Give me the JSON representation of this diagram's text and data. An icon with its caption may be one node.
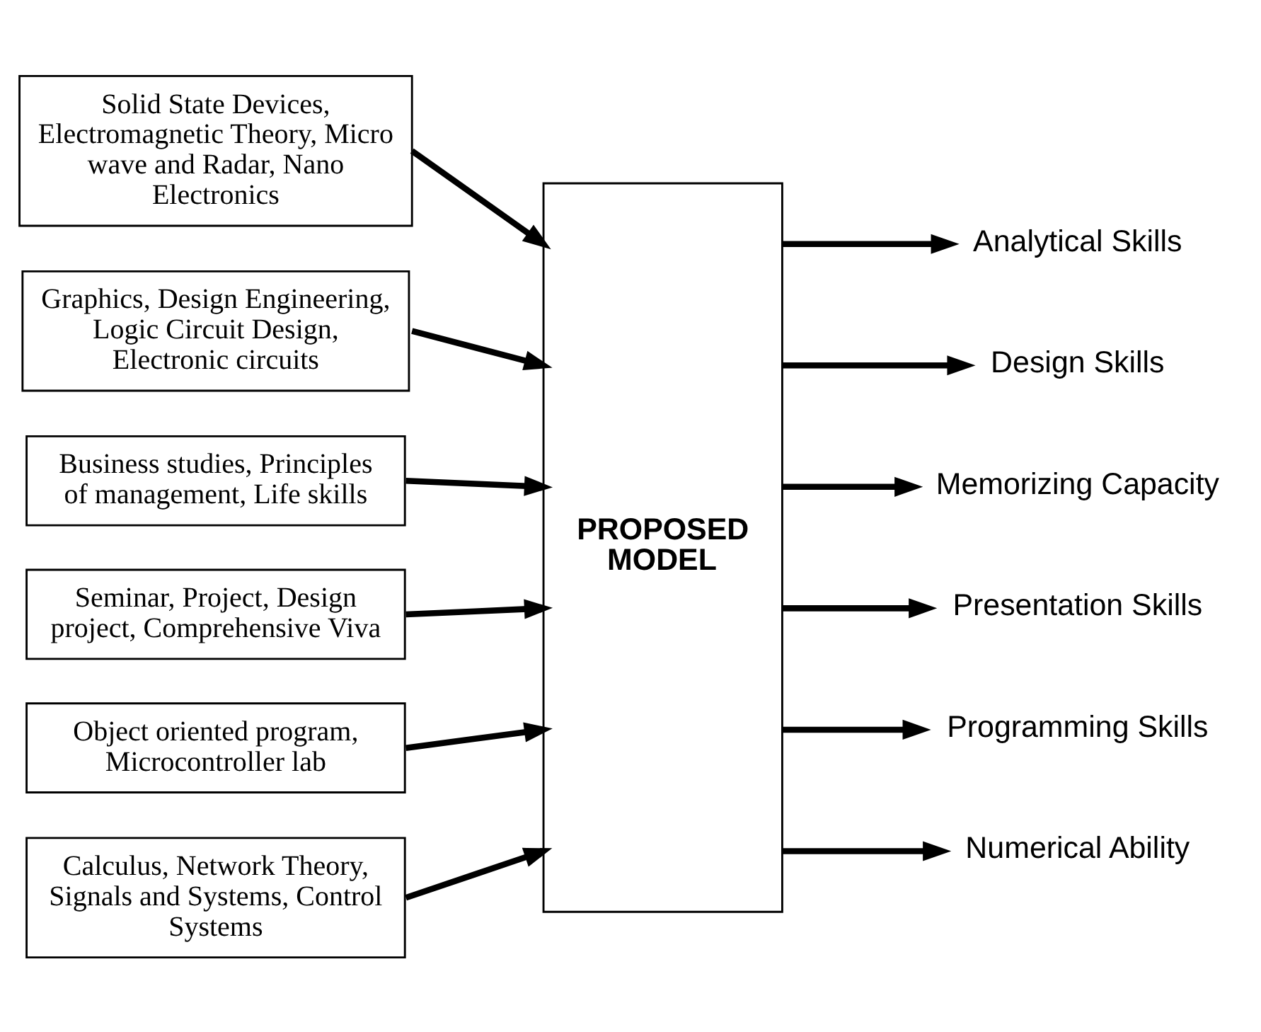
{
  "diagram": {
    "nodes": [
      {
        "text": [
          "Solid State Devices, Electromagnetic Theory, Micro wave and Radar, Nano Electronics"
        ]
      },
      {
        "text": [
          "Graphics, Design Engineering, Logic Circuit Design, Electronic circuits"
        ]
      },
      {
        "text": [
          "Business studies, Principles of management, Life skills"
        ]
      },
      {
        "text": [
          "Seminar, Project, Design project, Comprehensive Viva"
        ]
      },
      {
        "text": [
          "Object oriented program, Microcontroller lab"
        ]
      },
      {
        "text": [
          "Calculus, Network Theory, Signals and Systems, Control Systems"
        ]
      },
      {
        "text": [
          "PROPOSED MODEL"
        ]
      },
      {
        "text": [
          "Analytical Skills"
        ]
      },
      {
        "text": [
          "Design Skills"
        ]
      },
      {
        "text": [
          "Memorizing Capacity"
        ]
      },
      {
        "text": [
          "Presentation Skills"
        ]
      },
      {
        "text": [
          "Programming Skills"
        ]
      },
      {
        "text": [
          "Numerical Ability"
        ]
      }
    ],
    "edges": [
      {
        "from": 0,
        "to": 6,
        "arrow": "to"
      },
      {
        "from": 1,
        "to": 6,
        "arrow": "to"
      },
      {
        "from": 2,
        "to": 6,
        "arrow": "to"
      },
      {
        "from": 3,
        "to": 6,
        "arrow": "to"
      },
      {
        "from": 4,
        "to": 6,
        "arrow": "to"
      },
      {
        "from": 5,
        "to": 6,
        "arrow": "to"
      },
      {
        "from": 6,
        "to": 7,
        "arrow": "to"
      },
      {
        "from": 6,
        "to": 8,
        "arrow": "to"
      },
      {
        "from": 6,
        "to": 9,
        "arrow": "to"
      },
      {
        "from": 6,
        "to": 10,
        "arrow": "to"
      },
      {
        "from": 6,
        "to": 11,
        "arrow": "to"
      },
      {
        "from": 6,
        "to": 12,
        "arrow": "to"
      }
    ]
  }
}
